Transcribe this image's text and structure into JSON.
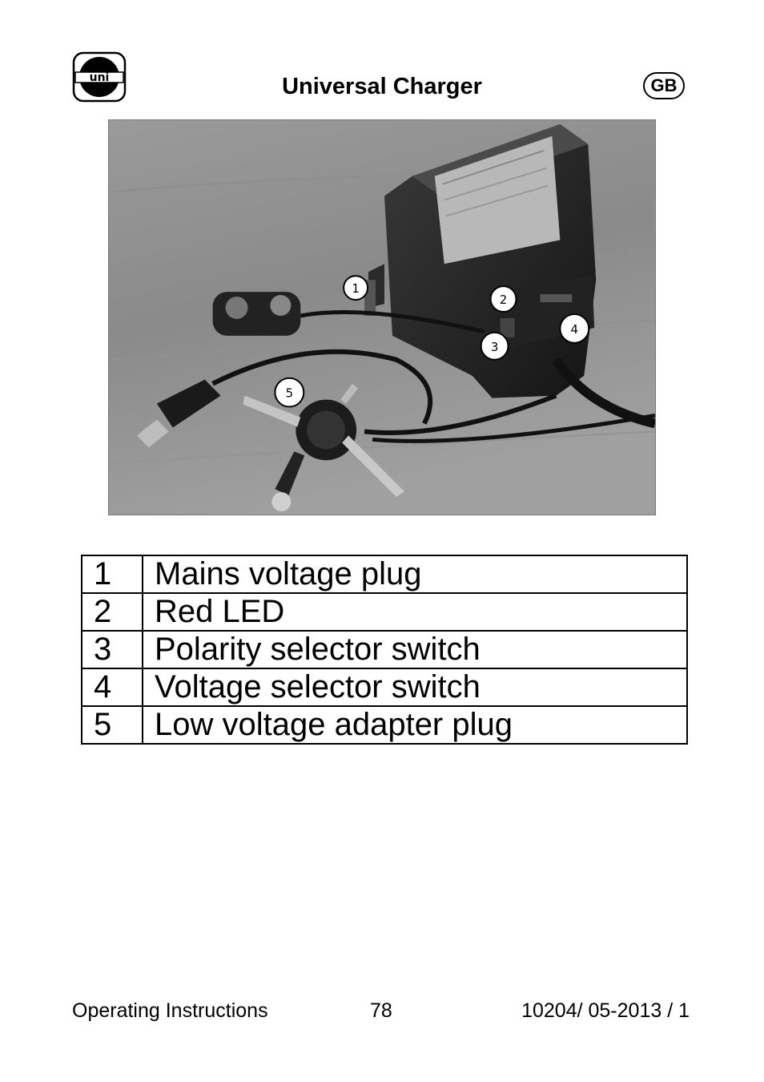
{
  "header": {
    "logo_text": "uni",
    "title": "Universal Charger",
    "language_badge": "GB"
  },
  "figure": {
    "callouts": [
      "1",
      "2",
      "3",
      "4",
      "5"
    ]
  },
  "parts_table": {
    "rows": [
      {
        "number": "1",
        "label": "Mains voltage plug"
      },
      {
        "number": "2",
        "label": "Red LED"
      },
      {
        "number": "3",
        "label": "Polarity selector switch"
      },
      {
        "number": "4",
        "label": "Voltage selector switch"
      },
      {
        "number": "5",
        "label": "Low voltage adapter plug"
      }
    ]
  },
  "footer": {
    "left": "Operating Instructions",
    "page_number": "78",
    "doc_code": "10204/ 05-2013 / 1"
  }
}
